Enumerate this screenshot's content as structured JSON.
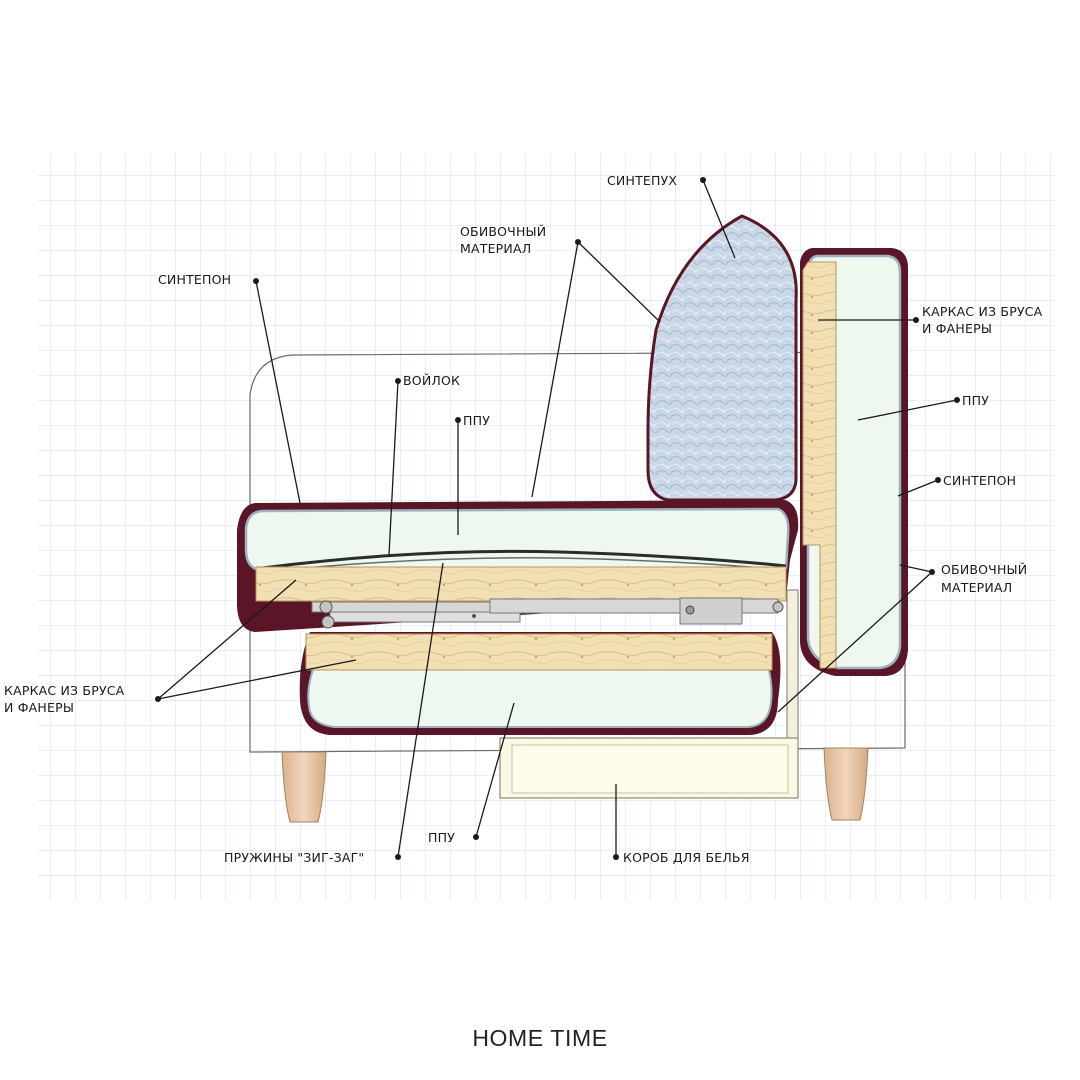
{
  "labels": {
    "sintepukh": "СИНТЕПУХ",
    "obivochny_top_line1": "ОБИВОЧНЫЙ",
    "obivochny_top_line2": "МАТЕРИАЛ",
    "sinteponleft": "СИНТЕПОН",
    "voilok": "ВОЙЛОК",
    "ppu_top": "ППУ",
    "karkas_right_line1": "КАРКАС ИЗ БРУСА",
    "karkas_right_line2": "И ФАНЕРЫ",
    "ppu_right": "ППУ",
    "sintepon_right": "СИНТЕПОН",
    "obivochny_right_line1": "ОБИВОЧНЫЙ",
    "obivochny_right_line2": "МАТЕРИАЛ",
    "karkas_left_line1": "КАРКАС ИЗ БРУСА",
    "karkas_left_line2": "И ФАНЕРЫ",
    "ppu_bottom": "ППУ",
    "springs": "ПРУЖИНЫ \"ЗИГ-ЗАГ\"",
    "storage_box": "КОРОБ ДЛЯ БЕЛЬЯ"
  },
  "brand": "HOME TIME",
  "colors": {
    "grid": "#cfe1ec",
    "upholstery": "#5a1526",
    "foam": "#eef8ee",
    "wood": "#f2dfb4",
    "wood_grain": "#cdb07c",
    "fiber": "#c6d4e4",
    "metal": "#d7d7d7",
    "box": "#fbf8e4",
    "leg": "#e9c9a8"
  }
}
